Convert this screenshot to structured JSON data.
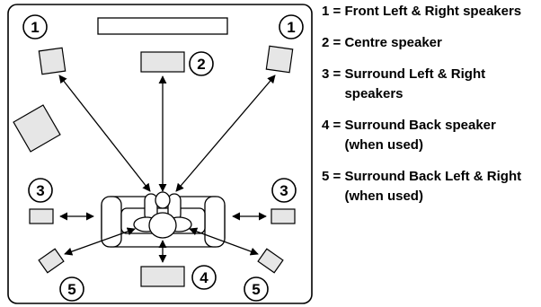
{
  "diagram": {
    "badges": {
      "front_left": "1",
      "front_right": "1",
      "centre": "2",
      "surround_left": "3",
      "surround_right": "3",
      "surround_back": "4",
      "surround_back_left": "5",
      "surround_back_right": "5"
    }
  },
  "legend": {
    "separator": " = ",
    "items": [
      {
        "key": "1",
        "text": "Front Left & Right speakers"
      },
      {
        "key": "2",
        "text": "Centre speaker"
      },
      {
        "key": "3",
        "text": "Surround Left & Right speakers"
      },
      {
        "key": "4",
        "text": "Surround Back speaker (when used)"
      },
      {
        "key": "5",
        "text": "Surround Back Left & Right (when used)"
      }
    ]
  }
}
